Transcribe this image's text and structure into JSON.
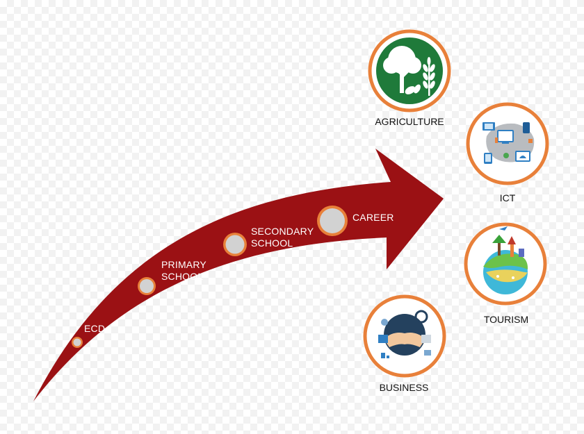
{
  "stages": [
    {
      "id": "ecd",
      "label": "ECD"
    },
    {
      "id": "primary",
      "label": "PRIMARY\nSCHOOL"
    },
    {
      "id": "secondary",
      "label": "SECONDARY\nSCHOOL"
    },
    {
      "id": "career",
      "label": "CAREER"
    }
  ],
  "sectors": [
    {
      "id": "agriculture",
      "label": "AGRICULTURE",
      "icon": "tree-wheat-icon"
    },
    {
      "id": "ict",
      "label": "ICT",
      "icon": "devices-map-icon"
    },
    {
      "id": "tourism",
      "label": "TOURISM",
      "icon": "globe-landmarks-icon"
    },
    {
      "id": "business",
      "label": "BUSINESS",
      "icon": "handshake-icon"
    }
  ],
  "colors": {
    "arrow": "#9b1114",
    "node_ring": "#e8803a",
    "node_fill": "#d2d2d2",
    "sector_ring": "#e8803a",
    "agri_green": "#1f7a3a",
    "ict_blue": "#2f7fc3",
    "tourism_sky": "#3fb8d8",
    "business_navy": "#24415e"
  }
}
